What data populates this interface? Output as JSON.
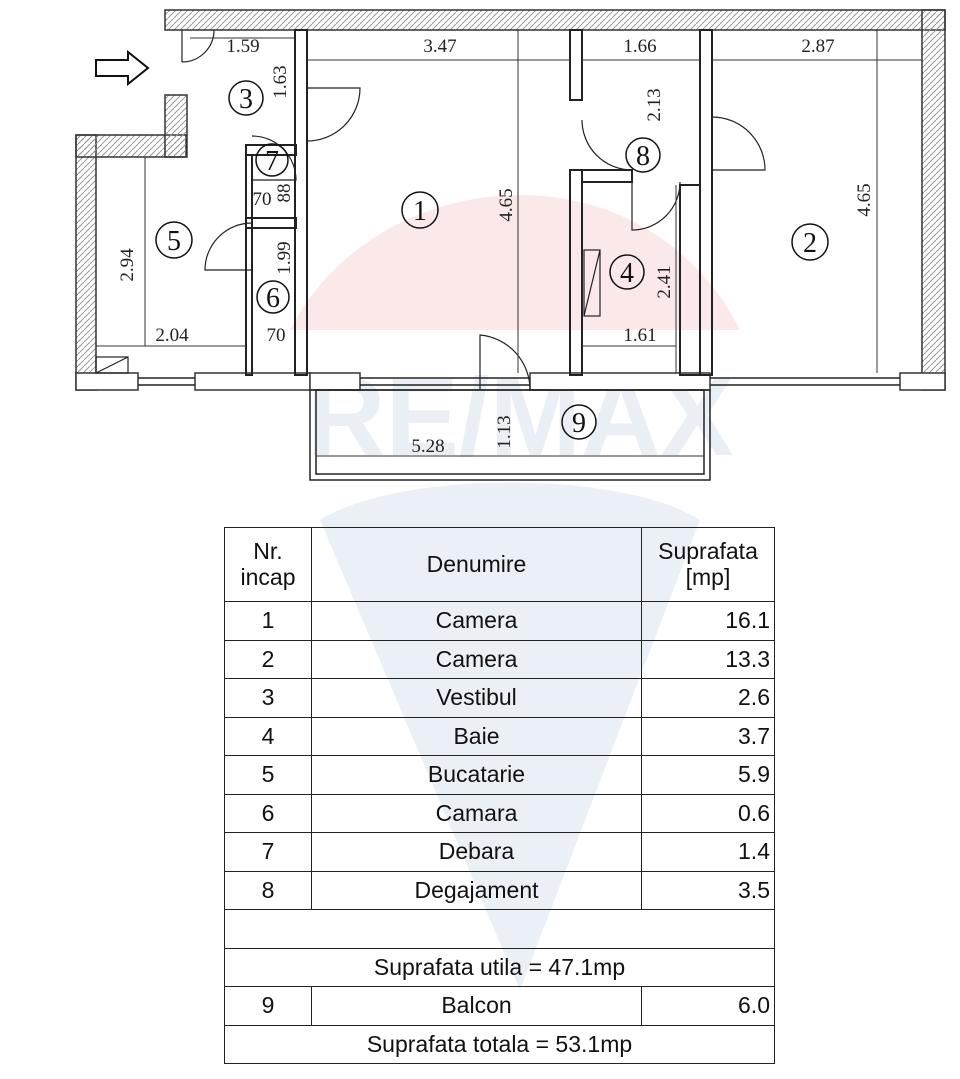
{
  "watermark": {
    "text": "RE/MAX",
    "colors": {
      "red": "#d9232e",
      "blue": "#1f4e9b"
    }
  },
  "plan": {
    "room_numbers": [
      "1",
      "2",
      "3",
      "4",
      "5",
      "6",
      "7",
      "8",
      "9"
    ],
    "dimensions": {
      "d159": "1.59",
      "d347": "3.47",
      "d166": "1.66",
      "d287": "2.87",
      "d163": "1.63",
      "d213": "2.13",
      "d465a": "4.65",
      "d465b": "4.65",
      "d70a": "70",
      "d88": "88",
      "d294": "2.94",
      "d199": "1.99",
      "d241": "2.41",
      "d204": "2.04",
      "d70b": "70",
      "d161": "1.61",
      "d113": "1.13",
      "d528": "5.28"
    },
    "entrance_icon": "arrow-right-icon"
  },
  "legend": {
    "header": {
      "nr": [
        "Nr.",
        "incap"
      ],
      "name": "Denumire",
      "area": [
        "Suprafata",
        "[mp]"
      ]
    },
    "rows": [
      {
        "nr": "1",
        "name": "Camera",
        "area": "16.1"
      },
      {
        "nr": "2",
        "name": "Camera",
        "area": "13.3"
      },
      {
        "nr": "3",
        "name": "Vestibul",
        "area": "2.6"
      },
      {
        "nr": "4",
        "name": "Baie",
        "area": "3.7"
      },
      {
        "nr": "5",
        "name": "Bucatarie",
        "area": "5.9"
      },
      {
        "nr": "6",
        "name": "Camara",
        "area": "0.6"
      },
      {
        "nr": "7",
        "name": "Debara",
        "area": "1.4"
      },
      {
        "nr": "8",
        "name": "Degajament",
        "area": "3.5"
      }
    ],
    "useful_total": "Suprafata utila = 47.1mp",
    "balcony": {
      "nr": "9",
      "name": "Balcon",
      "area": "6.0"
    },
    "grand_total": "Suprafata totala = 53.1mp"
  }
}
